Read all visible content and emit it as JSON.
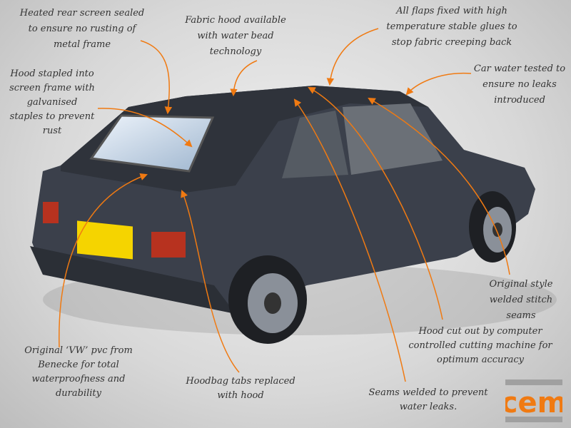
{
  "annotations": {
    "heated_screen": [
      "Heated rear screen sealed",
      "to ensure no rusting of",
      "metal frame"
    ],
    "fabric_hood": [
      "Fabric hood available",
      "with water bead",
      "technology"
    ],
    "all_flaps": [
      "All flaps fixed with high",
      "temperature stable glues to",
      "stop fabric creeping back"
    ],
    "water_tested": [
      "Car water tested to",
      "ensure no leaks",
      "introduced"
    ],
    "hood_stapled": [
      "Hood stapled into",
      "screen frame with",
      "galvanised",
      "staples to prevent",
      "rust"
    ],
    "stitch_seams": [
      "Original style",
      "welded stitch",
      "seams"
    ],
    "hood_cut": [
      "Hood cut out by computer",
      "controlled cutting machine for",
      "optimum accuracy"
    ],
    "original_pvc": [
      "Original ‘VW’ pvc from",
      "Benecke for total",
      "waterproofness and",
      "durability"
    ],
    "hoodbag_tabs": [
      "Hoodbag tabs replaced",
      "with hood"
    ],
    "seams_welded": [
      "Seams welded to prevent",
      "water leaks."
    ]
  },
  "logo": {
    "text": "cem",
    "accent": "#f07a12",
    "bar": "#a0a0a0"
  },
  "colors": {
    "arrow": "#f07a12",
    "body": "#3b404b"
  }
}
